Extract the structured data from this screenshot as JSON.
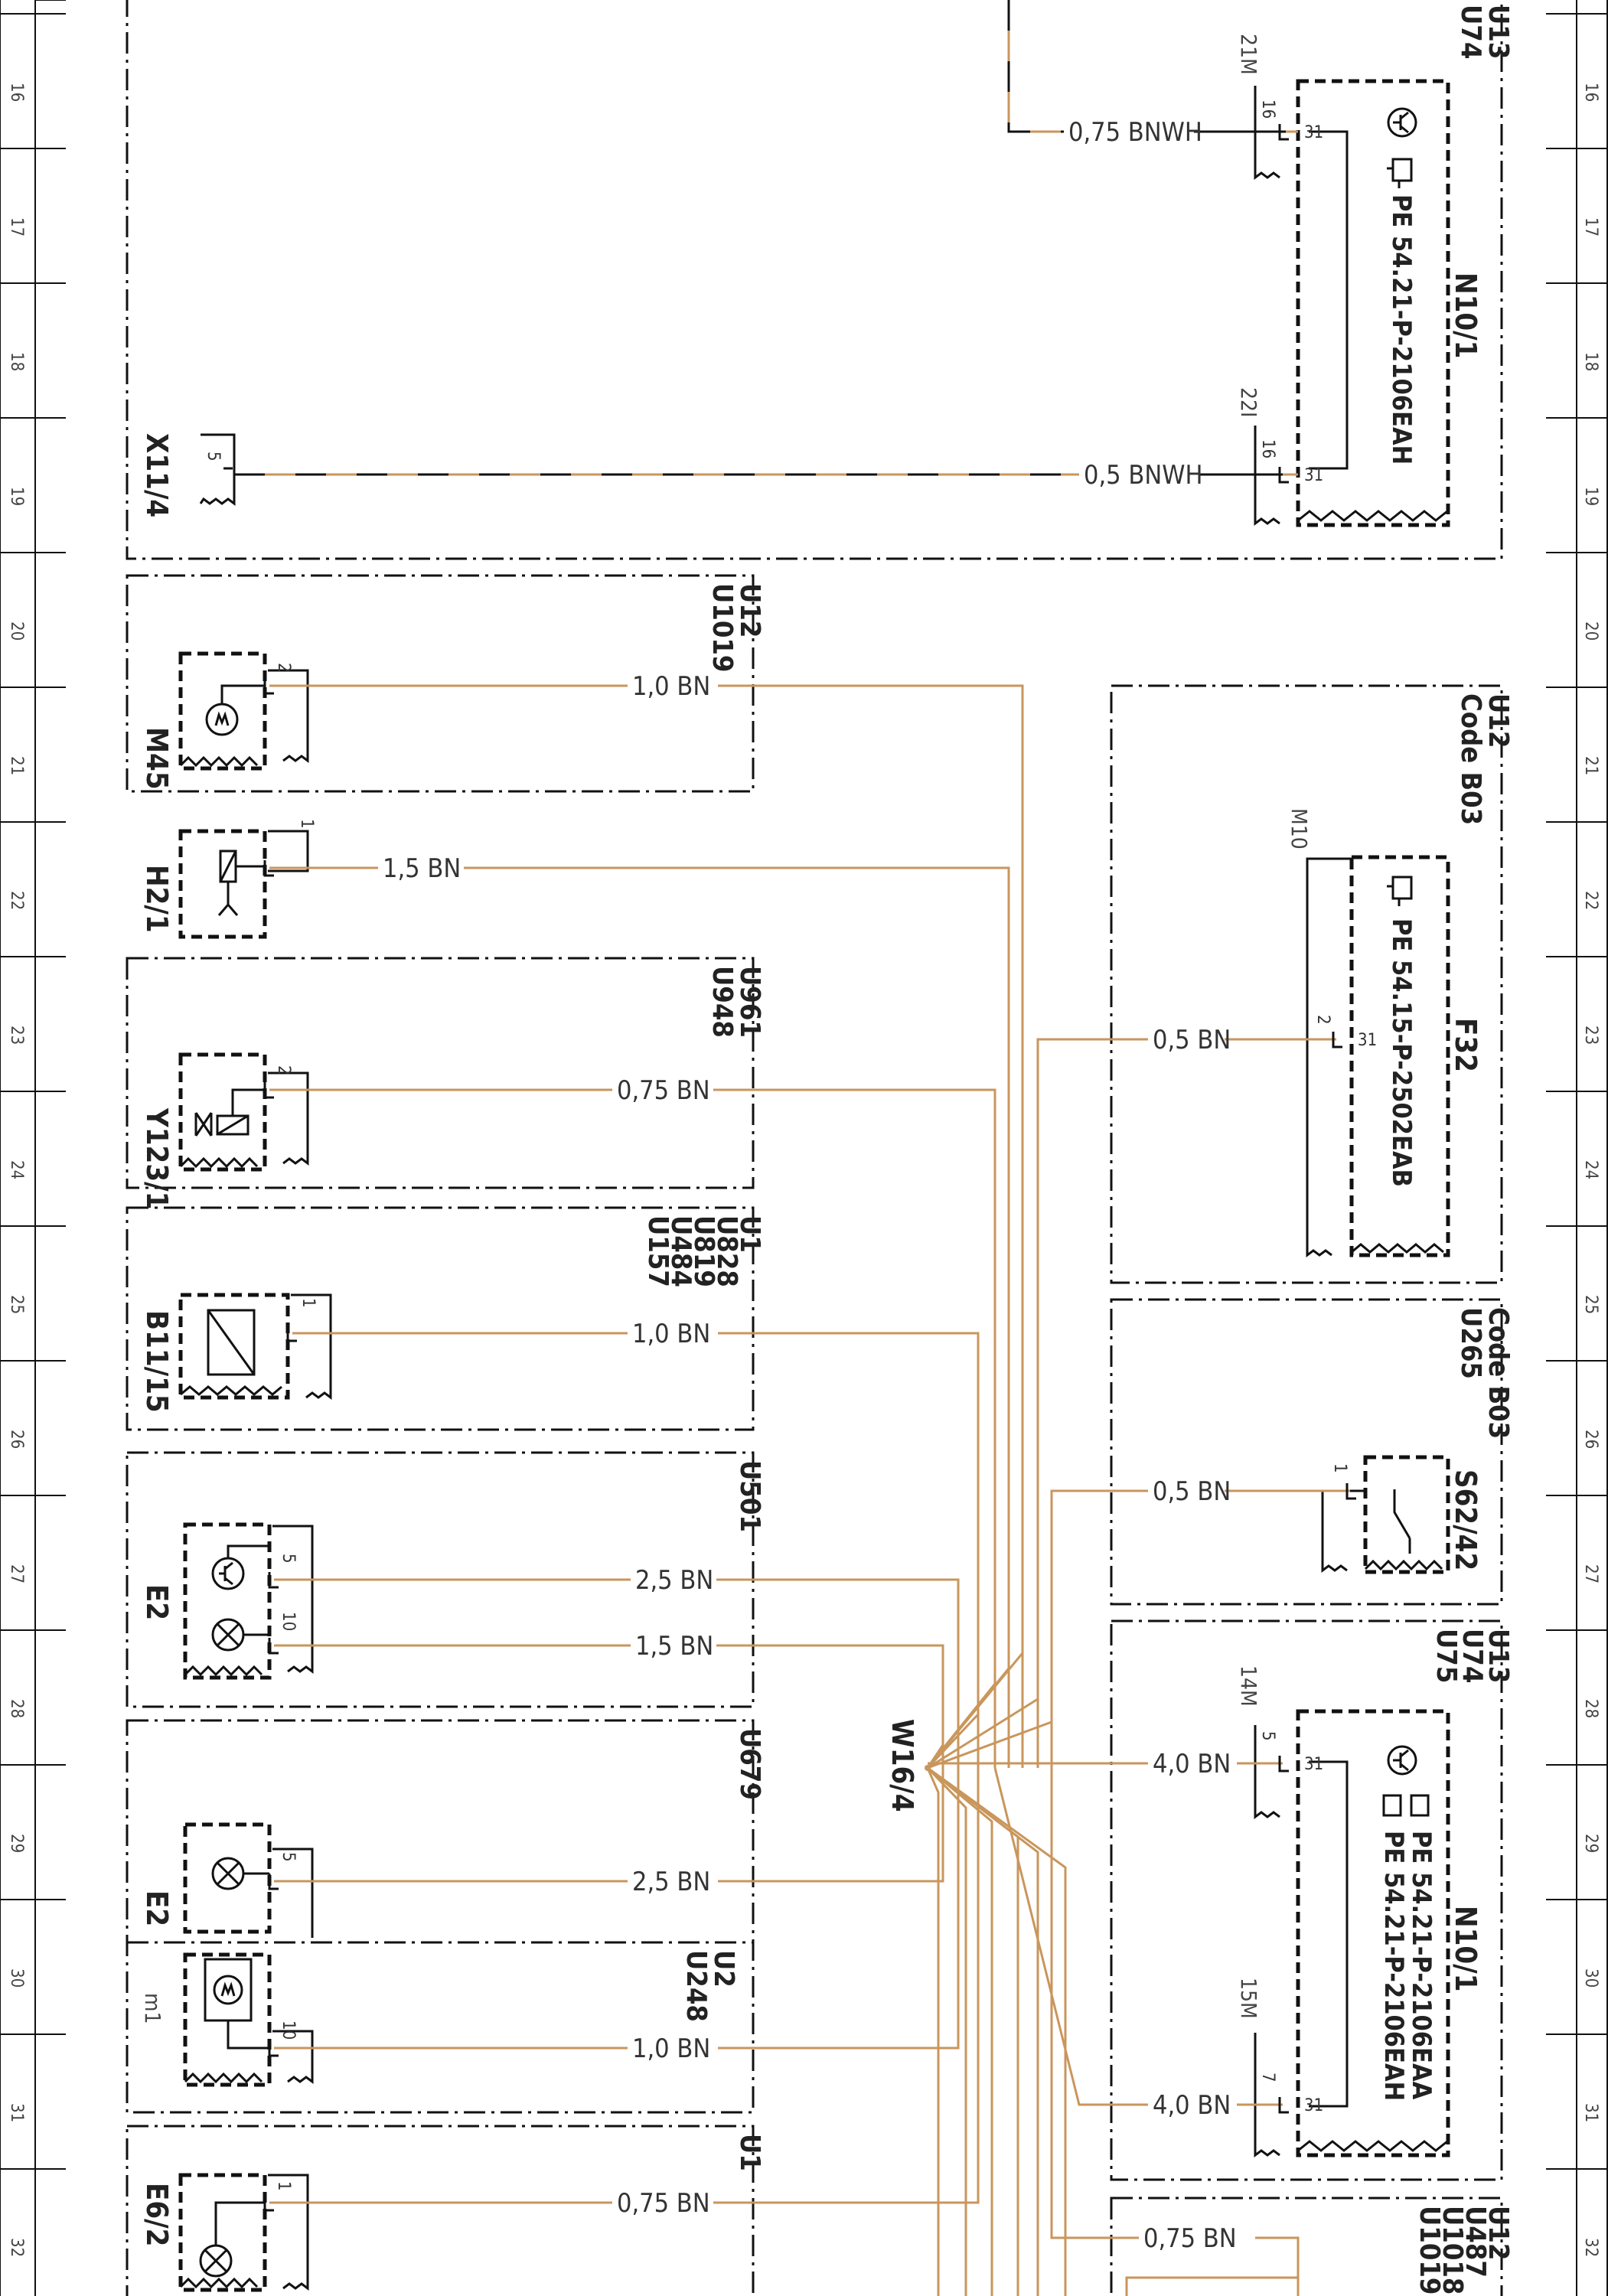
{
  "grid_numbers": [
    "16",
    "17",
    "18",
    "19",
    "20",
    "21",
    "22",
    "23",
    "24",
    "25",
    "26",
    "27",
    "28",
    "29",
    "30",
    "31",
    "32"
  ],
  "boxes": [
    {
      "id": "b1",
      "variants": [
        "U13",
        "U74"
      ]
    },
    {
      "id": "b2",
      "variants": [
        "U12",
        "U1019"
      ]
    },
    {
      "id": "b3",
      "variants": [
        "U12",
        "Code B03"
      ]
    },
    {
      "id": "b4",
      "variants": [
        "U961",
        "U948"
      ]
    },
    {
      "id": "b5",
      "variants": [
        "U1",
        "U828",
        "U819",
        "U484",
        "U157"
      ]
    },
    {
      "id": "b6",
      "variants": [
        "Code B03",
        "U265"
      ]
    },
    {
      "id": "b7",
      "variants": [
        "U501"
      ]
    },
    {
      "id": "b8",
      "variants": [
        "U13",
        "U74",
        "U75"
      ]
    },
    {
      "id": "b9",
      "variants": [
        "U679"
      ]
    },
    {
      "id": "b10",
      "variants": [
        "U2",
        "U248"
      ]
    },
    {
      "id": "b11",
      "variants": [
        "U1"
      ]
    },
    {
      "id": "b12",
      "variants": [
        "U12",
        "U487",
        "U1018",
        "U1019"
      ]
    }
  ],
  "components": [
    {
      "id": "c1",
      "name": "N10/1",
      "refs": [
        "PE 54.21-P-2106EAH"
      ]
    },
    {
      "id": "c2",
      "name": "X11/4",
      "refs": []
    },
    {
      "id": "c3",
      "name": "M45",
      "refs": []
    },
    {
      "id": "c4",
      "name": "H2/1",
      "refs": []
    },
    {
      "id": "c5",
      "name": "F32",
      "refs": [
        "PE 54.15-P-2502EAB"
      ]
    },
    {
      "id": "c6",
      "name": "Y123/1",
      "refs": []
    },
    {
      "id": "c7",
      "name": "B11/15",
      "refs": []
    },
    {
      "id": "c8",
      "name": "S62/42",
      "refs": []
    },
    {
      "id": "c9",
      "name": "E2",
      "refs": []
    },
    {
      "id": "c10",
      "name": "N10/1",
      "refs": [
        "PE 54.21-P-2106EAA",
        "PE 54.21-P-2106EAH"
      ]
    },
    {
      "id": "c11",
      "name": "E2",
      "refs": []
    },
    {
      "id": "c12",
      "name": "m1",
      "refs": []
    },
    {
      "id": "c13",
      "name": "E6/2",
      "refs": []
    }
  ],
  "connectors": [
    "21M",
    "22I",
    "M10",
    "14M",
    "15M"
  ],
  "splice": "W16/4",
  "wires": [
    {
      "id": "w1",
      "label": "0,75 BNWH",
      "pin": "16",
      "pin2": "31"
    },
    {
      "id": "w2",
      "label": "0,5 BNWH",
      "pin": "16",
      "pin2": "31"
    },
    {
      "id": "w3",
      "label": "1,0 BN",
      "pin": "2"
    },
    {
      "id": "w4",
      "label": "1,5 BN",
      "pin": "1"
    },
    {
      "id": "w5",
      "label": "0,5 BN",
      "pin": "2",
      "pin2": "31"
    },
    {
      "id": "w6",
      "label": "0,75 BN",
      "pin": "2"
    },
    {
      "id": "w7",
      "label": "1,0 BN",
      "pin": "1"
    },
    {
      "id": "w8",
      "label": "0,5 BN",
      "pin": "1"
    },
    {
      "id": "w9",
      "label": "2,5 BN",
      "pin": "5"
    },
    {
      "id": "w10",
      "label": "1,5 BN",
      "pin": "10"
    },
    {
      "id": "w11",
      "label": "4,0 BN",
      "pin": "5",
      "pin2": "31"
    },
    {
      "id": "w12",
      "label": "2,5 BN",
      "pin": "5"
    },
    {
      "id": "w13",
      "label": "1,0 BN",
      "pin": "10"
    },
    {
      "id": "w14",
      "label": "4,0 BN",
      "pin": "7",
      "pin2": "31"
    },
    {
      "id": "w15",
      "label": "0,75 BN",
      "pin": "1"
    },
    {
      "id": "w16",
      "label": "0,75 BN"
    }
  ],
  "x11_pin": "5",
  "colors": {
    "wire": "#c9965c",
    "ink": "#111111"
  }
}
